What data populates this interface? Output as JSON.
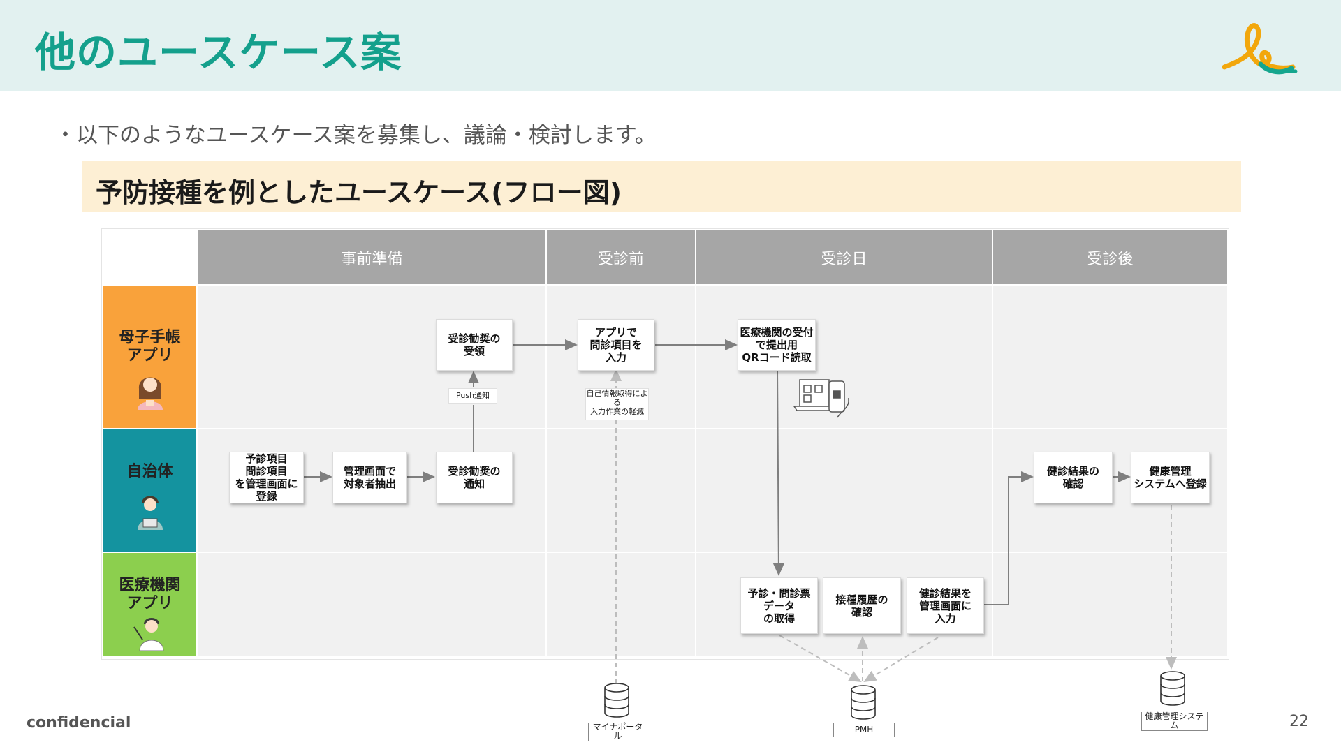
{
  "slide": {
    "title": "他のユースケース案",
    "bullet": "・以下のようなユースケース案を募集し、議論・検討します。",
    "banner": "予防接種を例としたユースケース(フロー図)",
    "footer": "confidencial",
    "page_number": "22"
  },
  "colors": {
    "title": "#14a08c",
    "header_bg": "#e2f1f0",
    "banner_bg": "#fdefd4",
    "phase_bg": "#a6a6a6",
    "lane_mother": "#f9a23b",
    "lane_municipality": "#14939f",
    "lane_medical": "#8ccf4e"
  },
  "phases": [
    "事前準備",
    "受診前",
    "受診日",
    "受診後"
  ],
  "lanes": {
    "mother": "母子手帳\nアプリ",
    "municipality": "自治体",
    "medical": "医療機関\nアプリ"
  },
  "boxes": {
    "receive_reco": "受診勧奨の\n受領",
    "app_input": "アプリで\n問診項目を\n入力",
    "qr_read": "医療機関の受付\nで提出用\nQRコード読取",
    "register_items": "予診項目\n問診項目\nを管理画面に\n登録",
    "extract_targets": "管理画面で\n対象者抽出",
    "notify_reco": "受診勧奨の\n通知",
    "check_results": "健診結果の\n確認",
    "register_health": "健康管理\nシステムへ登録",
    "get_data": "予診・問診票\nデータ\nの取得",
    "check_history": "接種履歴の\n確認",
    "input_results": "健診結果を\n管理画面に\n入力"
  },
  "tags": {
    "push": "Push通知",
    "auto_fill": "自己情報取得によ\nる\n入力作業の軽減"
  },
  "databases": {
    "mynaportal": "マイナポータ\nル",
    "pmh": "PMH",
    "health_system": "健康管理システ\nム"
  },
  "icons": [
    "qr-scan-icon",
    "database-icon",
    "mother-avatar-icon",
    "officer-avatar-icon",
    "doctor-avatar-icon",
    "brand-logo-icon"
  ]
}
